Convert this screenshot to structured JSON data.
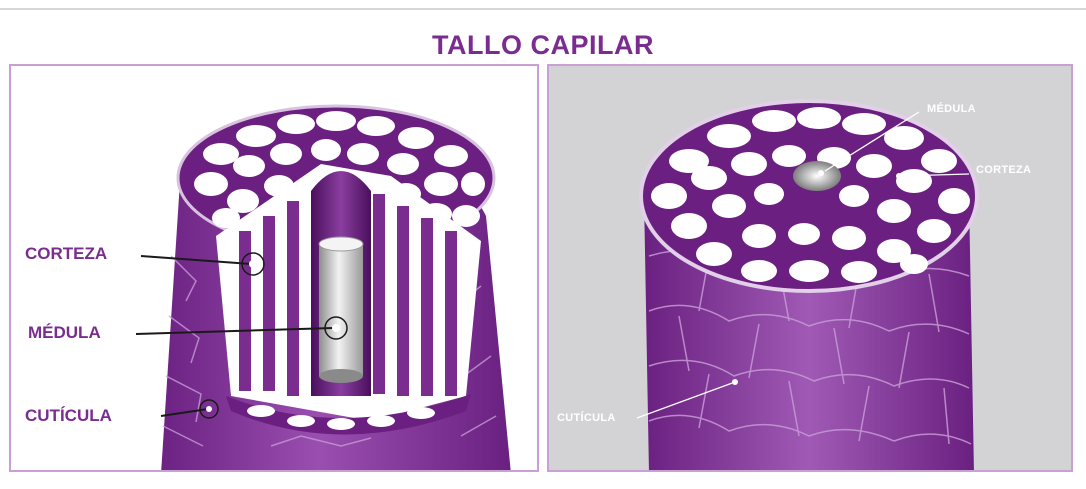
{
  "title": "TALLO CAPILAR",
  "left_panel": {
    "labels": {
      "corteza": "CORTEZA",
      "medula": "MÉDULA",
      "cuticula": "CUTÍCULA"
    }
  },
  "right_panel": {
    "labels": {
      "medula": "MÉDULA",
      "corteza": "CORTEZA",
      "cuticula": "CUTÍCULA"
    }
  },
  "colors": {
    "purple_dark": "#5e1a72",
    "purple_mid": "#7a2d8f",
    "purple_light": "#a35bb8",
    "right_panel_bg": "#d3d3d6",
    "panel_border": "#c9a0d3"
  }
}
